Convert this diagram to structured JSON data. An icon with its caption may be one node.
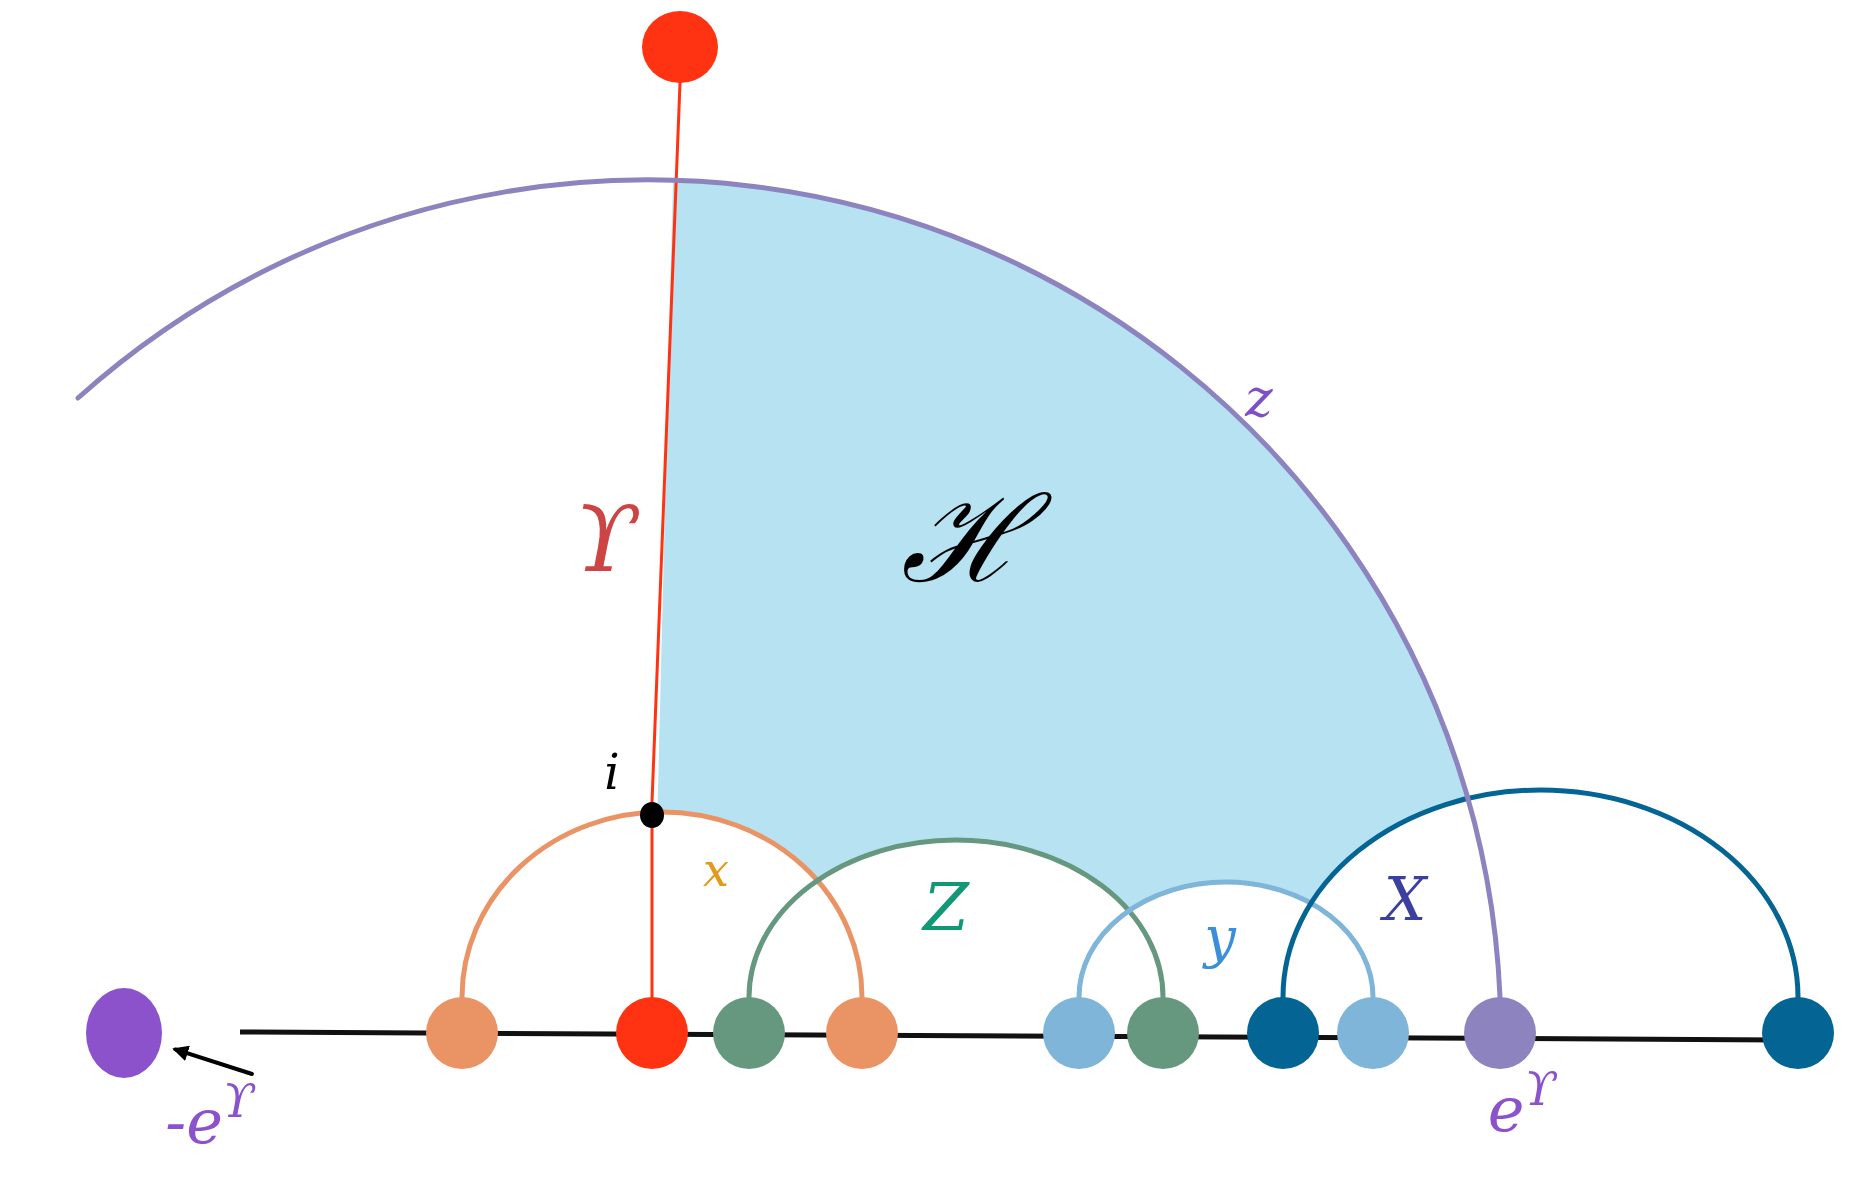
{
  "diagram": {
    "nodes": [
      {
        "text": [],
        "shape": "circle"
      },
      {
        "text": [],
        "shape": "circle",
        "beside": [
          "-e$^{ϒ}$"
        ]
      },
      {
        "text": [],
        "shape": "circle"
      },
      {
        "text": [],
        "shape": "circle"
      },
      {
        "text": [],
        "shape": "circle"
      },
      {
        "text": [],
        "shape": "circle"
      },
      {
        "text": [],
        "shape": "circle"
      },
      {
        "text": [],
        "shape": "circle"
      },
      {
        "text": [],
        "shape": "circle"
      },
      {
        "text": [],
        "shape": "circle"
      },
      {
        "text": [],
        "shape": "circle",
        "beside": [
          "e$^{ϒ}$"
        ]
      },
      {
        "text": [],
        "shape": "circle"
      },
      {
        "text": [],
        "shape": "circle",
        "beside": [
          "i"
        ]
      }
    ],
    "edges": [
      {
        "from": 0,
        "to": 12,
        "arrow": "none",
        "color": "#ff3311"
      },
      {
        "from": 12,
        "to": 3,
        "arrow": "none",
        "color": "#ff3311"
      },
      {
        "from": 2,
        "to": 5,
        "arrow": "none",
        "color": "#ea9466"
      },
      {
        "from": 4,
        "to": 7,
        "arrow": "none",
        "color": "#669880"
      },
      {
        "from": 6,
        "to": 9,
        "arrow": "none",
        "color": "#7eb5d9"
      },
      {
        "from": 8,
        "to": 11,
        "arrow": "none",
        "color": "#046494"
      },
      {
        "from": null,
        "to": 10,
        "arrow": "none",
        "color": "#8d83bf"
      },
      {
        "from": null,
        "to": 1,
        "arrow": "to",
        "color": "#000000"
      }
    ],
    "labels": [
      "ϒ",
      "ℋ",
      "z",
      "x",
      "Z",
      "y",
      "X"
    ]
  }
}
